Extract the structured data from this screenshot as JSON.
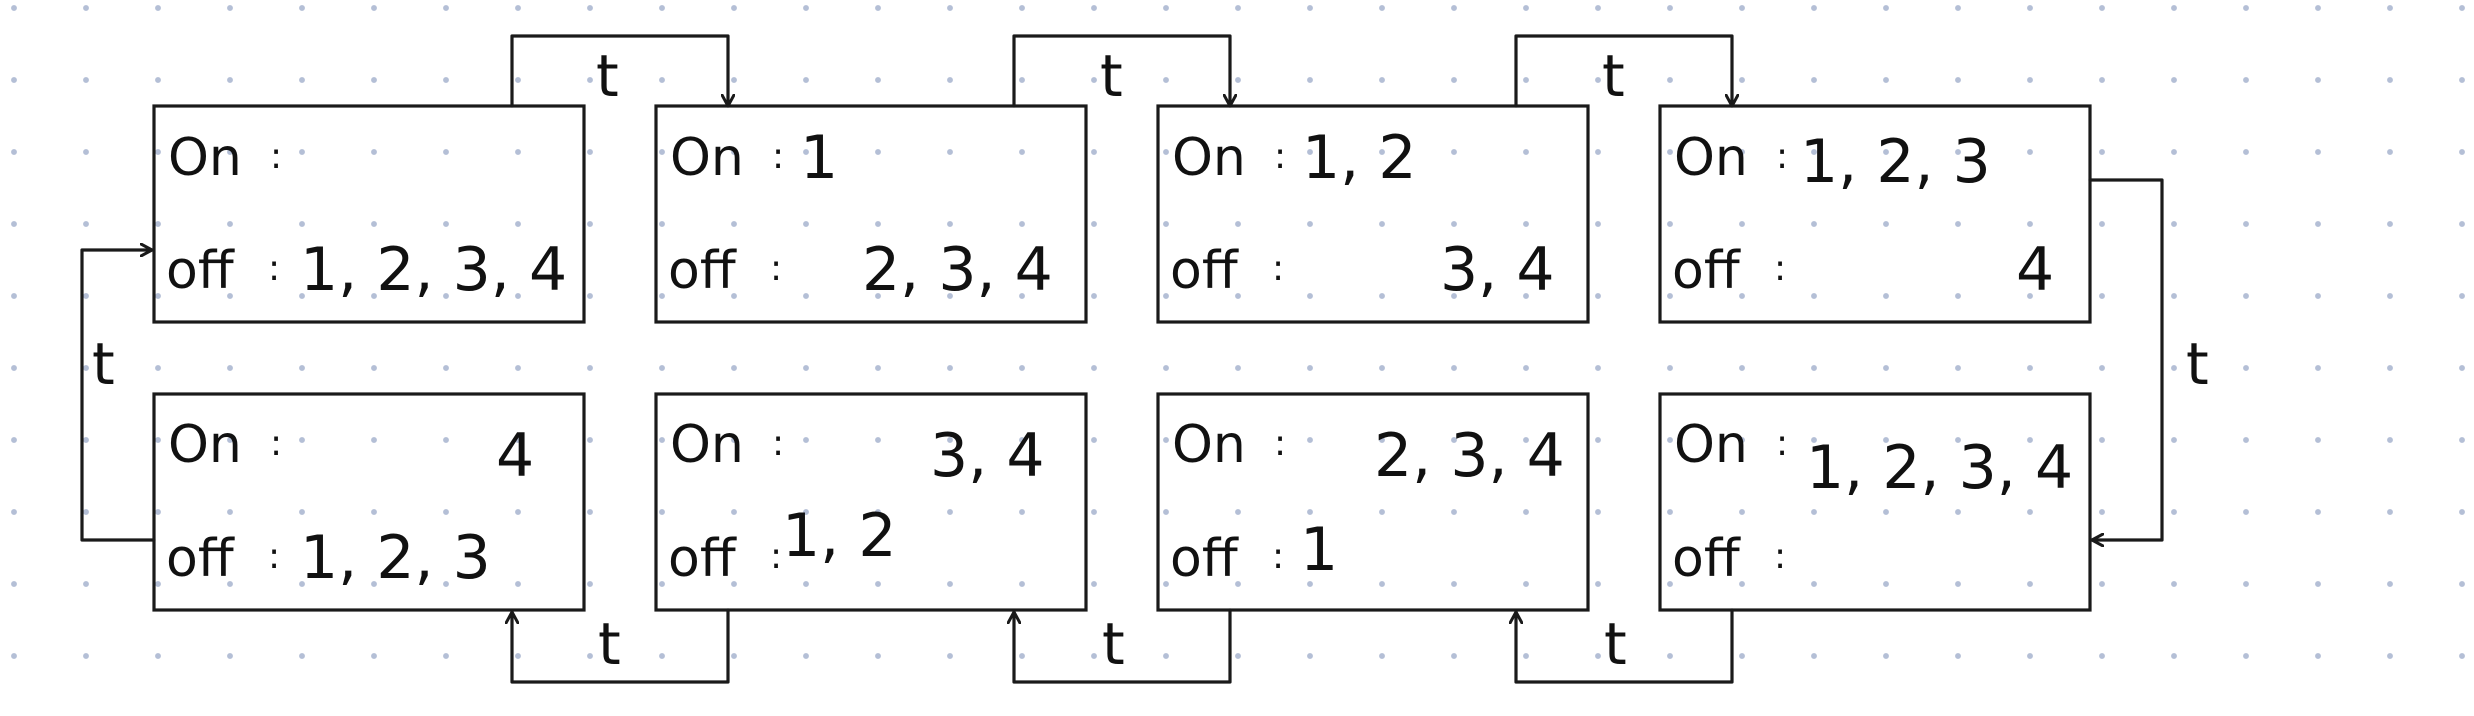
{
  "diagram": {
    "on_label": "On",
    "off_label": "off",
    "separator": ":",
    "transition_label": "t",
    "states": [
      {
        "on": "",
        "off": "1, 2, 3, 4"
      },
      {
        "on": "1",
        "off": "2, 3, 4"
      },
      {
        "on": "1, 2",
        "off": "3, 4"
      },
      {
        "on": "1, 2, 3",
        "off": "4"
      },
      {
        "on": "1, 2, 3, 4",
        "off": ""
      },
      {
        "on": "2, 3, 4",
        "off": "1"
      },
      {
        "on": "3, 4",
        "off": "1, 2"
      },
      {
        "on": "4",
        "off": "1, 2, 3"
      }
    ],
    "transitions": [
      {
        "from": 0,
        "to": 1
      },
      {
        "from": 1,
        "to": 2
      },
      {
        "from": 2,
        "to": 3
      },
      {
        "from": 3,
        "to": 4
      },
      {
        "from": 4,
        "to": 5
      },
      {
        "from": 5,
        "to": 6
      },
      {
        "from": 6,
        "to": 7
      },
      {
        "from": 7,
        "to": 0
      }
    ]
  }
}
